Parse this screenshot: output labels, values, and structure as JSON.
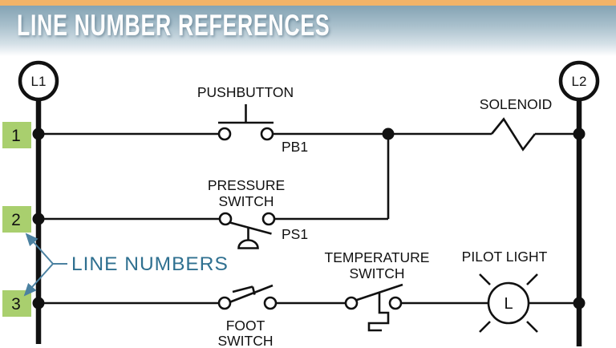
{
  "header": {
    "title": "LINE NUMBER REFERENCES"
  },
  "colors": {
    "top_stripe": "#f2b368",
    "header_band_top": "#84a3b4",
    "header_band_bottom": "#ffffff",
    "title_text": "#ffffff",
    "line_number_badge": "#a9cf6e",
    "annotation_text": "#2f7090",
    "annotation_arrow": "#4b81a1",
    "diagram_ink": "#111111",
    "background": "#ffffff"
  },
  "diagram": {
    "power_rails": {
      "left_label": "L1",
      "right_label": "L2"
    },
    "line_numbers": [
      "1",
      "2",
      "3"
    ],
    "annotation": {
      "label": "LINE NUMBERS"
    },
    "components": {
      "pushbutton": {
        "label": "PUSHBUTTON",
        "tag": "PB1"
      },
      "pressure_switch": {
        "label_line1": "PRESSURE",
        "label_line2": "SWITCH",
        "tag": "PS1"
      },
      "solenoid": {
        "label": "SOLENOID"
      },
      "foot_switch": {
        "label_line1": "FOOT",
        "label_line2": "SWITCH"
      },
      "temperature_switch": {
        "label_line1": "TEMPERATURE",
        "label_line2": "SWITCH"
      },
      "pilot_light": {
        "label": "PILOT LIGHT",
        "letter": "L"
      }
    }
  }
}
